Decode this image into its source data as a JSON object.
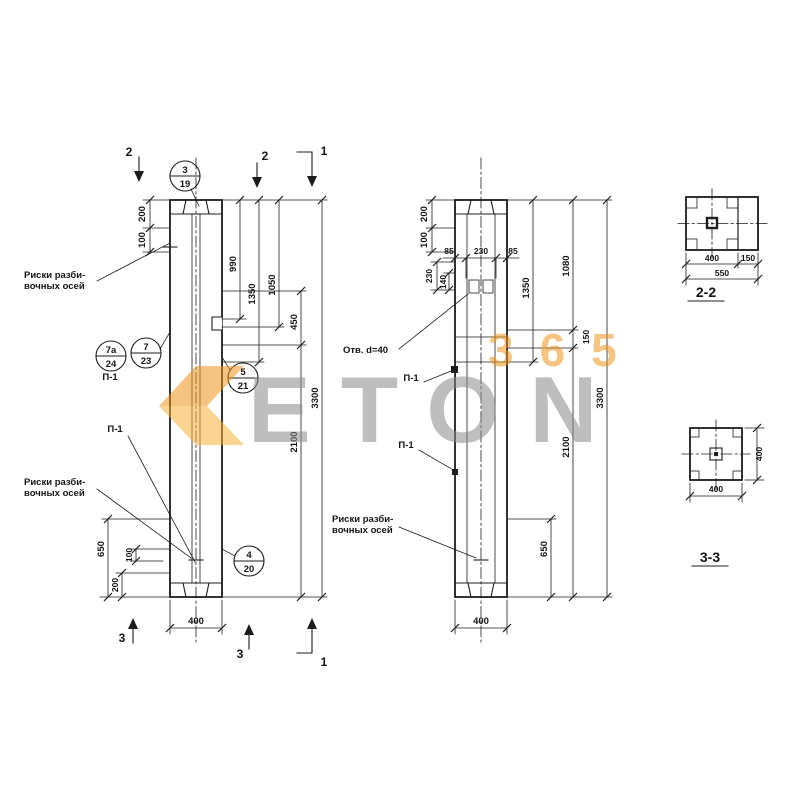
{
  "watermark": {
    "word": "ETON",
    "number": "365"
  },
  "labels": {
    "axis_line1": "Риски разби-",
    "axis_line2": "вочных осей",
    "p1": "П-1",
    "hole": "Отв. d=40"
  },
  "markers": {
    "m1": "1",
    "m2": "2",
    "m3": "3"
  },
  "callouts": {
    "c319": {
      "t": "3",
      "b": "19"
    },
    "c7a24": {
      "t": "7а",
      "b": "24"
    },
    "c723": {
      "t": "7",
      "b": "23"
    },
    "c521": {
      "t": "5",
      "b": "21"
    },
    "c420": {
      "t": "4",
      "b": "20"
    }
  },
  "dims": {
    "n85": "85",
    "n100": "100",
    "n140": "140",
    "n150": "150",
    "n200": "200",
    "n230": "230",
    "n400": "400",
    "n450": "450",
    "n550": "550",
    "n650": "650",
    "n990": "990",
    "n1050": "1050",
    "n1080": "1080",
    "n1350": "1350",
    "n2100": "2100",
    "n3300": "3300"
  },
  "sections": {
    "s22": "2-2",
    "s33": "3-3"
  }
}
